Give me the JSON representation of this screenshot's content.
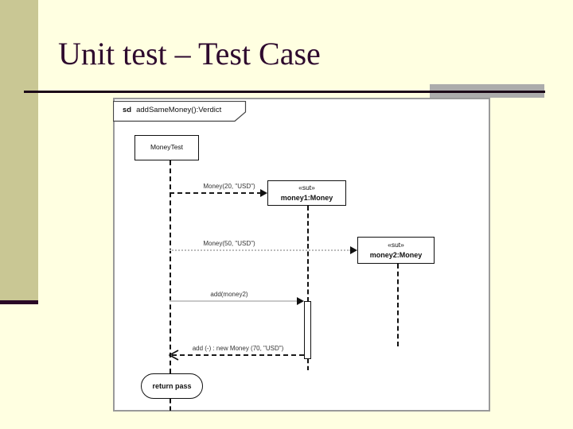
{
  "slide": {
    "title": "Unit test – Test Case"
  },
  "diagram": {
    "frame_label": {
      "keyword": "sd",
      "name": "addSameMoney():Verdict"
    },
    "lifelines": {
      "money_test": {
        "label": "MoneyTest"
      },
      "money1": {
        "stereotype": "«sut»",
        "name": "money1:Money"
      },
      "money2": {
        "stereotype": "«sut»",
        "name": "money2:Money"
      }
    },
    "messages": [
      {
        "label": "Money(20, \"USD\")",
        "style": "dashed",
        "direction": "right"
      },
      {
        "label": "Money(50, \"USD\")",
        "style": "dotted",
        "direction": "right"
      },
      {
        "label": "add(money2)",
        "style": "solid",
        "direction": "right"
      },
      {
        "label": "add (-) : new Money (70, \"USD\")",
        "style": "dashed-return",
        "direction": "left"
      }
    ],
    "result": {
      "label": "return pass"
    }
  },
  "colors": {
    "background": "#FFFFE1",
    "sidebar": "#C9C794",
    "sidebar_endline": "#2A0926",
    "title_text": "#2E0A2E",
    "title_underline": "#1B0617",
    "gray_band": "#ACACAC",
    "frame_border": "#9A9A9A",
    "diagram_ink": "#111111",
    "light_message_line": "#C8C8C8"
  }
}
